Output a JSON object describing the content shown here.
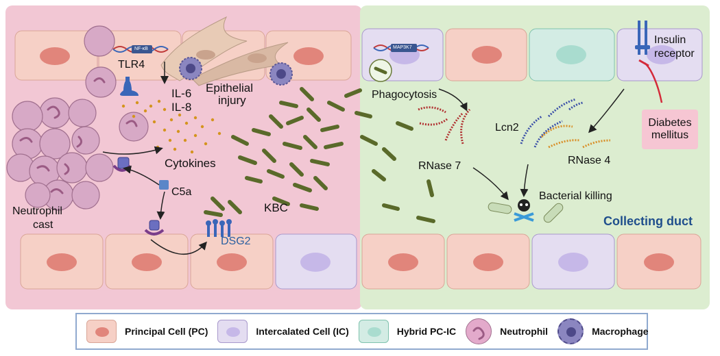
{
  "labels": {
    "tlr4": "TLR4",
    "nfkb": "NF-κB",
    "il6": "IL-6",
    "il8": "IL-8",
    "epithelial": "Epithelial",
    "injury": "injury",
    "cytokines": "Cytokines",
    "c5a": "C5a",
    "neutrophil": "Neutrophil",
    "cast": "cast",
    "kbc": "KBC",
    "dsg2": "DSG2",
    "phagocytosis": "Phagocytosis",
    "map3k7": "MAP3K7",
    "insulin": "Insulin",
    "receptor": "receptor",
    "diabetes": "Diabetes",
    "mellitus": "mellitus",
    "lcn2": "Lcn2",
    "rnase7": "RNase 7",
    "rnase4": "RNase 4",
    "killing": "Bacterial killing",
    "duct": "Collecting duct"
  },
  "legend": [
    {
      "label": "Principal Cell (PC)",
      "icon": "principal-cell"
    },
    {
      "label": "Intercalated Cell (IC)",
      "icon": "intercalated-cell"
    },
    {
      "label": "Hybrid PC-IC",
      "icon": "hybrid-cell"
    },
    {
      "label": "Neutrophil",
      "icon": "neutrophil"
    },
    {
      "label": "Macrophage",
      "icon": "macrophage"
    }
  ],
  "colors": {
    "left_panel": "#f2c7d4",
    "right_panel": "#dcedd0",
    "principal_cell": "#f6d0c6",
    "principal_nucleus": "#e1857b",
    "intercalated_cell": "#e4ddf1",
    "intercalated_nucleus": "#c6b8e8",
    "hybrid_cell": "#d3ece4",
    "hybrid_nucleus": "#a9dccf",
    "bacteria": "#5a6a2a",
    "cytokine_dots": "#d4941e",
    "rnase7": "#b03030",
    "rnase4": "#d8902a",
    "lcn2": "#3a4fa8",
    "duct_text": "#1f4e8c"
  }
}
